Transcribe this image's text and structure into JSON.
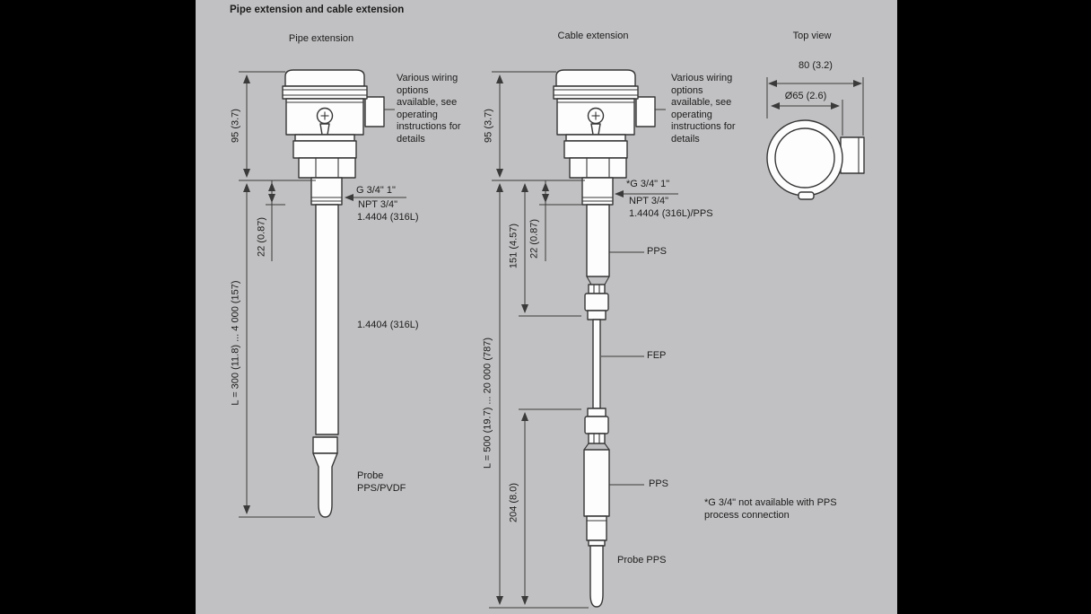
{
  "title": "Pipe extension and cable extension",
  "colors": {
    "background": "#c1c1c3",
    "frame": "#000000",
    "line": "#363636",
    "fill": "#fdfdfd",
    "text": "#1c1c1c"
  },
  "views": {
    "pipe": {
      "header": "Pipe extension",
      "wiring_note": [
        "Various wiring",
        "options",
        "available, see",
        "operating",
        "instructions for",
        "details"
      ],
      "dims": {
        "height": "95 (3.7)",
        "neck": "22 (0.87)",
        "length": "L = 300 (11.8) ... 4 000 (157)"
      },
      "thread": [
        "G 3/4\" 1\"",
        "NPT 3/4\""
      ],
      "material_upper": "1.4404 (316L)",
      "material_lower": "1.4404 (316L)",
      "probe": [
        "Probe",
        "PPS/PVDF"
      ]
    },
    "cable": {
      "header": "Cable extension",
      "wiring_note": [
        "Various wiring",
        "options",
        "available, see",
        "operating",
        "instructions for",
        "details"
      ],
      "dims": {
        "height": "95 (3.7)",
        "extension": "151 (4.57)",
        "neck": "22 (0.87)",
        "length": "L = 500 (19.7) ... 20 000 (787)",
        "probe_section": "204 (8.0)"
      },
      "thread": [
        "*G 3/4\" 1\"",
        "NPT 3/4\"",
        "1.4404 (316L)/PPS"
      ],
      "part_labels": {
        "pps_upper": "PPS",
        "fep": "FEP",
        "pps_lower": "PPS",
        "probe": "Probe PPS"
      },
      "footnote": [
        "*G 3/4\" not available with PPS",
        "process connection"
      ]
    },
    "top": {
      "header": "Top view",
      "dims": {
        "width": "80 (3.2)",
        "diameter": "Ø65 (2.6)"
      }
    }
  }
}
